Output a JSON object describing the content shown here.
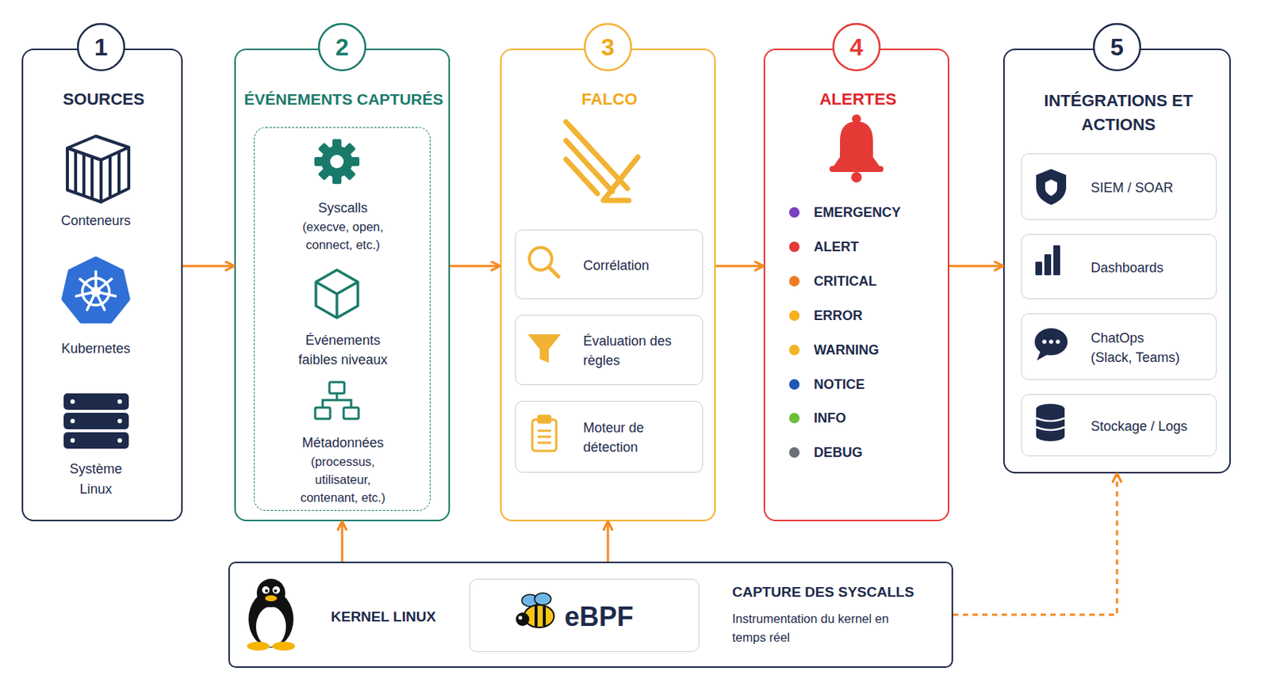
{
  "diagram": {
    "nodes": [
      {
        "text": [
          "SOURCES"
        ]
      },
      {
        "text": [
          "ÉVÉNEMENTS CAPTURÉS"
        ]
      },
      {
        "text": [
          "Syscalls",
          "(execve, open, connect, etc.)",
          "Événements faibles niveaux",
          "Métadonnées",
          "(processus, utilisateur, contenant, etc.)"
        ],
        "in": 1
      },
      {
        "text": [
          "FALCO"
        ]
      },
      {
        "text": [
          "Corrélation"
        ],
        "in": 3
      },
      {
        "text": [
          "Évaluation des règles"
        ],
        "in": 3
      },
      {
        "text": [
          "Moteur de détection"
        ],
        "in": 3
      },
      {
        "text": [
          "ALERTES"
        ]
      },
      {
        "text": [
          "INTÉGRATIONS ET ACTIONS"
        ]
      },
      {
        "text": [
          "SIEM / SOAR"
        ],
        "in": 8
      },
      {
        "text": [
          "Dashboards"
        ],
        "in": 8
      },
      {
        "text": [
          "ChatOps (Slack, Teams)"
        ],
        "in": 8
      },
      {
        "text": [
          "Stockage / Logs"
        ],
        "in": 8
      },
      {
        "text": [
          "KERNEL LINUX",
          "CAPTURE DES SYSCALLS",
          "Instrumentation du kernel en temps réel"
        ]
      },
      {
        "text": [
          "eBPF"
        ],
        "in": 13
      }
    ],
    "edges": [
      {
        "from": 0,
        "to": 1,
        "arrow": "to"
      },
      {
        "from": 1,
        "to": 3,
        "arrow": "to"
      },
      {
        "from": 3,
        "to": 7,
        "arrow": "to"
      },
      {
        "from": 7,
        "to": 8,
        "arrow": "to"
      },
      {
        "from": 13,
        "to": 1,
        "arrow": "to"
      },
      {
        "from": 13,
        "to": 3,
        "arrow": "to"
      },
      {
        "from": 13,
        "to": 8,
        "arrow": "to"
      }
    ],
    "labels": [
      "1",
      "2",
      "3",
      "4",
      "5",
      "Conteneurs",
      "Kubernetes",
      "Système Linux"
    ],
    "legend": [
      {
        "text": "EMERGENCY",
        "color": "#7b3fbf"
      },
      {
        "text": "ALERT",
        "color": "#e53935"
      },
      {
        "text": "CRITICAL",
        "color": "#f07a22"
      },
      {
        "text": "ERROR",
        "color": "#f5b11c"
      },
      {
        "text": "WARNING",
        "color": "#f3b426"
      },
      {
        "text": "NOTICE",
        "color": "#1f57b5"
      },
      {
        "text": "INFO",
        "color": "#6bbf3a"
      },
      {
        "text": "DEBUG",
        "color": "#6b6f76"
      }
    ]
  }
}
